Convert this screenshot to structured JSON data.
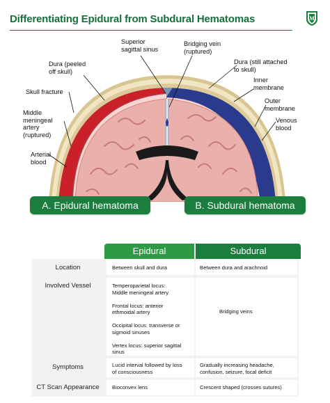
{
  "title": "Differentiating Epidural from Subdural Hematomas",
  "logo_letter": "M",
  "colors": {
    "accent": "#1b7d3e",
    "epidural": "#c9202a",
    "subdural": "#2a3a8c",
    "brain": "#eab0ac"
  },
  "labels": {
    "superior_sagittal_sinus": "Superior\nsagittal sinus",
    "bridging_vein": "Bridging vein\n(ruptured)",
    "dura_peeled": "Dura (peeled\noff skull)",
    "dura_attached": "Dura (still attached\nto skull)",
    "skull_fracture": "Skull fracture",
    "inner_membrane": "Inner\nmembrane",
    "middle_meningeal": "Middle\nmeningeal\nartery\n(ruptured)",
    "outer_membrane": "Outer\nmembrane",
    "venous_blood": "Venous\nblood",
    "arterial_blood": "Arterial\nblood"
  },
  "buttons": {
    "epidural": "A. Epidural hematoma",
    "subdural": "B. Subdural hematoma"
  },
  "table": {
    "headers": [
      "Epidural",
      "Subdural"
    ],
    "rows": [
      {
        "label": "Location",
        "epidural": "Between skull and dura",
        "subdural": "Between dura and arachnoid"
      },
      {
        "label": "Involved Vessel",
        "epidural": "Temperoparietal locus:\nMiddle meningeal artery\n\nFrontal locus: anterior\nethmoidal artery\n\nOccipital locus: transverse or\nsigmoid sinuses\n\nVertex locus: superior sagittal\nsinus",
        "subdural": "Bridging veins"
      },
      {
        "label": "Symptoms",
        "epidural": "Lucid interval followed by loss\nof consciousness",
        "subdural": "Gradually increasing headache,\nconfusion, seizure, focal deficit"
      },
      {
        "label": "CT Scan Appearance",
        "epidural": "Bioconvex lens",
        "subdural": "Crescent shaped (crosses sutures)"
      }
    ]
  }
}
